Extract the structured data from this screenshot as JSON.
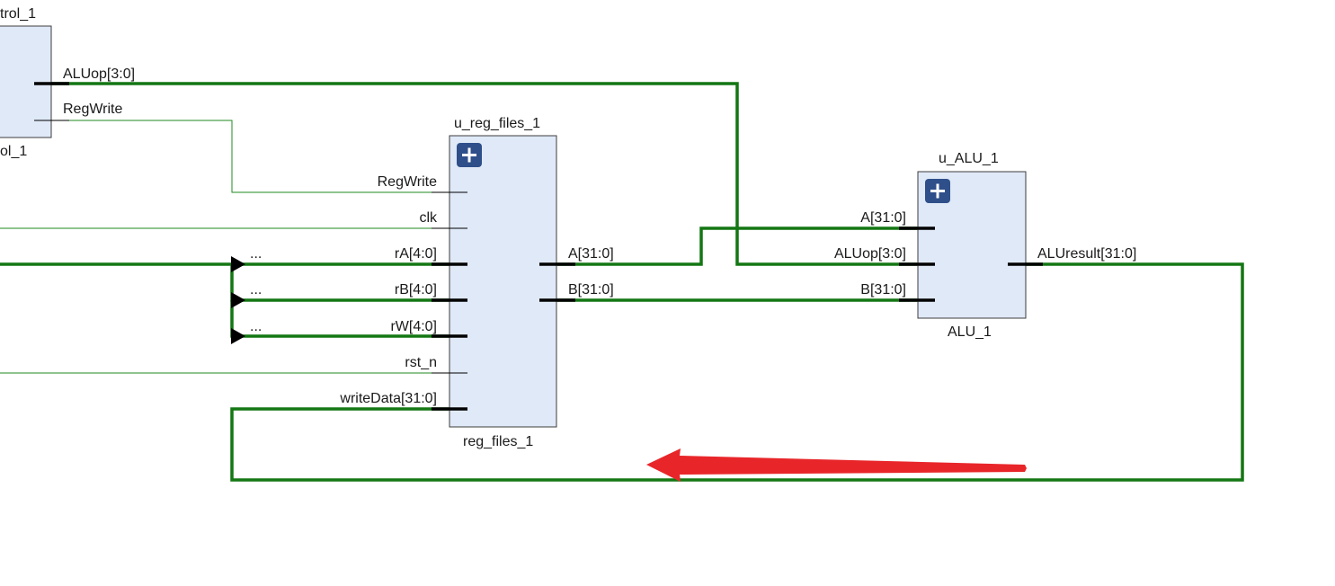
{
  "blocks": {
    "control": {
      "instance_label": "trol_1",
      "module_label": "ol_1",
      "ports": {
        "aluop": "ALUop[3:0]",
        "regwrite": "RegWrite"
      }
    },
    "reg_files": {
      "instance_label": "u_reg_files_1",
      "module_label": "reg_files_1",
      "inputs": {
        "regwrite": "RegWrite",
        "clk": "clk",
        "ra": "rA[4:0]",
        "rb": "rB[4:0]",
        "rw": "rW[4:0]",
        "rst_n": "rst_n",
        "writedata": "writeData[31:0]"
      },
      "outputs": {
        "a": "A[31:0]",
        "b": "B[31:0]"
      }
    },
    "alu": {
      "instance_label": "u_ALU_1",
      "module_label": "ALU_1",
      "inputs": {
        "a": "A[31:0]",
        "aluop": "ALUop[3:0]",
        "b": "B[31:0]"
      },
      "outputs": {
        "aluresult": "ALUresult[31:0]"
      }
    }
  },
  "ellipsis": {
    "ra": "...",
    "rb": "...",
    "rw": "..."
  },
  "colors": {
    "block_fill": "#dfe9f7",
    "wire_bus": "#137713",
    "wire_signal": "#1f8a1f",
    "expand_button": "#2f4f8a",
    "annotation_arrow": "#e8262a"
  },
  "icons": {
    "expand": "plus-icon",
    "annotation": "red-arrow"
  }
}
